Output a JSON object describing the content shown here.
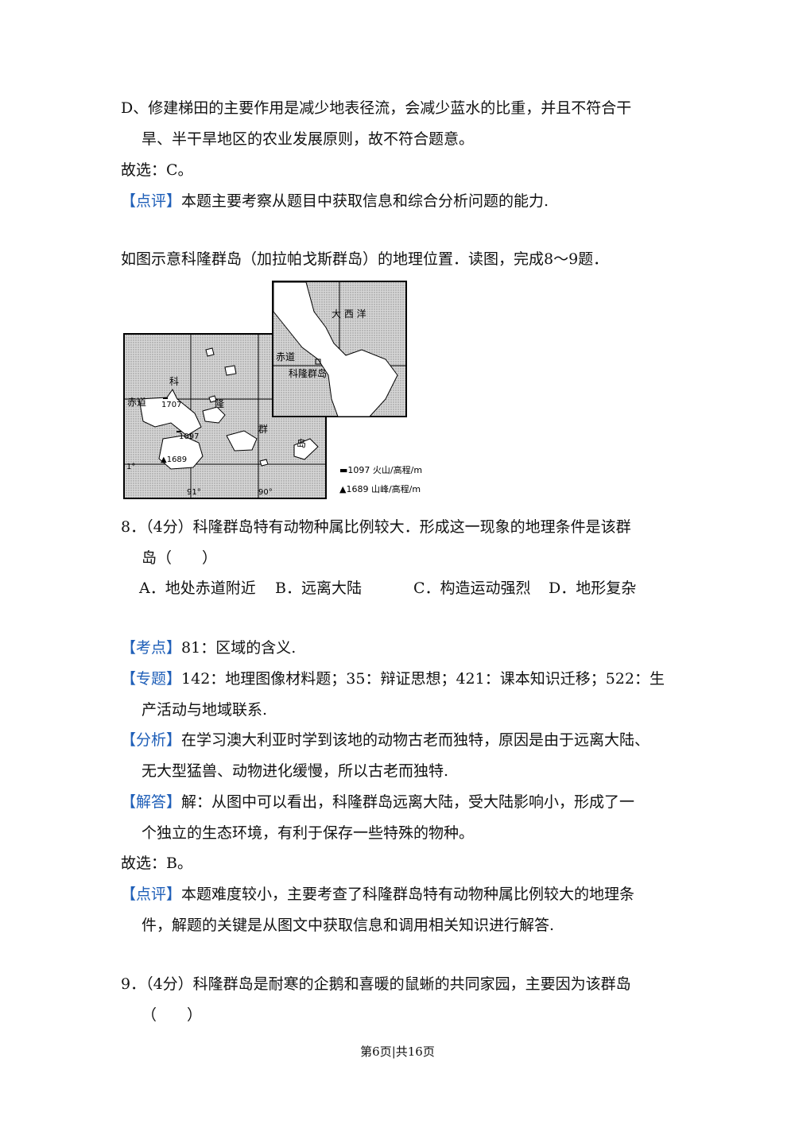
{
  "prev": {
    "d_line1": "D、修建梯田的主要作用是减少地表径流，会减少蓝水的比重，并且不符合干",
    "d_line2": "旱、半干旱地区的农业发展原则，故不符合题意。",
    "answer": "故选：C。",
    "comment_tag": "【点评】",
    "comment": "本题主要考察从题目中获取信息和综合分析问题的能力."
  },
  "intro": "如图示意科隆群岛（加拉帕戈斯群岛）的地理位置．读图，完成8～9题．",
  "map": {
    "inset_labels": {
      "ocean": "大 西 洋",
      "equator": "赤道",
      "islands": "科隆群岛"
    },
    "main_labels": {
      "equator": "赤道",
      "ke": "科",
      "long": "隆",
      "qun": "群",
      "dao": "岛",
      "lat_1": "1°",
      "lon_91": "91°",
      "lon_90": "90°",
      "volcano_1707": "1707",
      "volcano_1097": "1097",
      "peak_1689": "1689"
    },
    "legend": [
      {
        "symbol": "▬",
        "value": "1097",
        "label": "火山/高程/m"
      },
      {
        "symbol": "▲",
        "value": "1689",
        "label": "山峰/高程/m"
      }
    ]
  },
  "q8": {
    "stem1": "8．（4分）科隆群岛特有动物种属比例较大．形成这一现象的地理条件是该群",
    "stem2": "岛（　　）",
    "options": [
      "A．地处赤道附近",
      "B．远离大陆",
      "C．构造运动强烈",
      "D．地形复杂"
    ],
    "kaodian_tag": "【考点】",
    "kaodian": "81：区域的含义.",
    "zhuanti_tag": "【专题】",
    "zhuanti1": "142：地理图像材料题；35：辩证思想；421：课本知识迁移；522：生",
    "zhuanti2": "产活动与地域联系.",
    "fenxi_tag": "【分析】",
    "fenxi1": "在学习澳大利亚时学到该地的动物古老而独特，原因是由于远离大陆、",
    "fenxi2": "无大型猛兽、动物进化缓慢，所以古老而独特.",
    "jieda_tag": "【解答】",
    "jieda1": "解：从图中可以看出，科隆群岛远离大陆，受大陆影响小，形成了一",
    "jieda2": "个独立的生态环境，有利于保存一些特殊的物种。",
    "answer": "故选：B。",
    "dianping_tag": "【点评】",
    "dianping1": "本题难度较小，主要考查了科隆群岛特有动物种属比例较大的地理条",
    "dianping2": "件，解题的关键是从图文中获取信息和调用相关知识进行解答."
  },
  "q9": {
    "stem1": "9．（4分）科隆群岛是耐寒的企鹅和喜暖的鼠蜥的共同家园，主要因为该群岛",
    "stem2": "（　　）"
  },
  "footer": "第6页|共16页"
}
